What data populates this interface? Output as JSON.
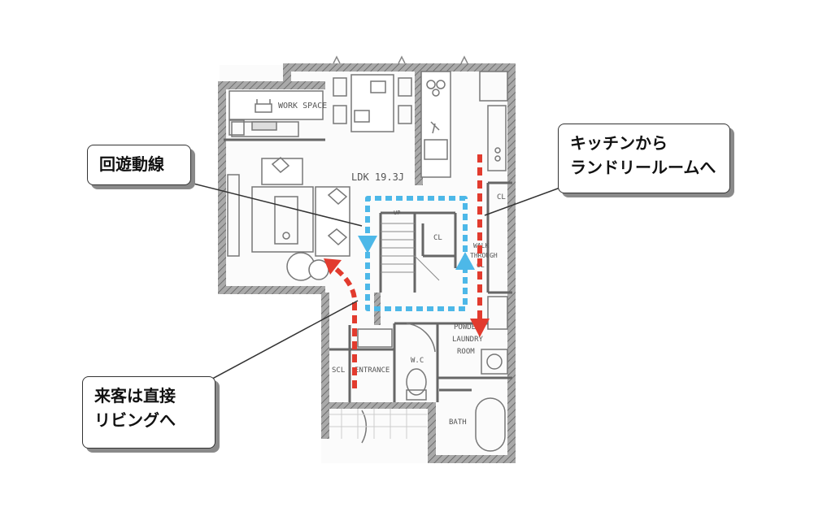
{
  "callouts": {
    "loop": "回遊動線",
    "kitchen_line1": "キッチンから",
    "kitchen_line2": "ランドリールームへ",
    "guest_line1": "来客は直接",
    "guest_line2": "リビングへ"
  },
  "rooms": {
    "work_space": "WORK SPACE",
    "ldk": "LDK 19.3J",
    "up": "UP",
    "cl_stair": "CL",
    "cl_right": "CL",
    "walk_through_1": "WALK",
    "walk_through_2": "THROUGH",
    "walk_through_3": "CL",
    "powder_1": "POWDER",
    "powder_2": "LAUNDRY",
    "powder_3": "ROOM",
    "wc": "W.C",
    "scl": "SCL",
    "entrance": "ENTRANCE",
    "bath": "BATH"
  },
  "colors": {
    "loop_arrow": "#4db8e8",
    "flow_arrow": "#e23b2e",
    "wall": "#8e8e8e",
    "line": "#333333"
  }
}
